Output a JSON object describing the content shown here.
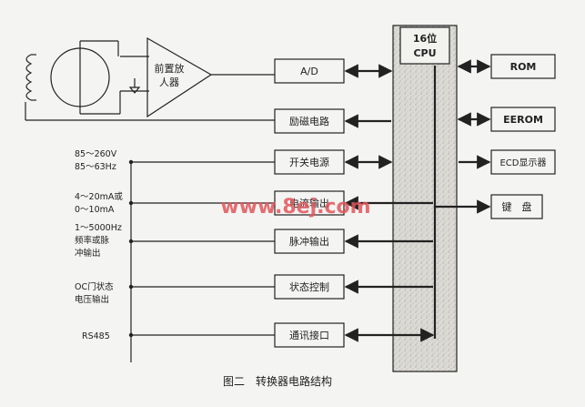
{
  "cpu": {
    "line1": "16位",
    "line2": "CPU"
  },
  "preamp": {
    "line1": "前置放",
    "line2": "人器"
  },
  "blocks": {
    "ad": "A/D",
    "excitation": "励磁电路",
    "power": "开关电源",
    "current_out": "电流输出",
    "pulse_out": "脉冲输出",
    "status_ctrl": "状态控制",
    "comm": "通讯接口"
  },
  "peripherals": {
    "rom": "ROM",
    "eerom": "EEROM",
    "lcd": "ECD显示器",
    "keypad": "键　盘"
  },
  "side_labels": {
    "power_v": "85～260V",
    "power_hz": "85～63Hz",
    "current_1": "4～20mA或",
    "current_2": "0～10mA",
    "freq_1": "1～5000Hz",
    "freq_2": "频率或脉",
    "freq_3": "冲输出",
    "oc_1": "OC门状态",
    "oc_2": "电压输出",
    "rs485": "RS485"
  },
  "caption": "图二　转换器电路结构",
  "watermark": "www.8ej.com",
  "colors": {
    "ink": "#222222",
    "watermark": "#e0555a",
    "cpu_fill": "#d9d7d2"
  }
}
